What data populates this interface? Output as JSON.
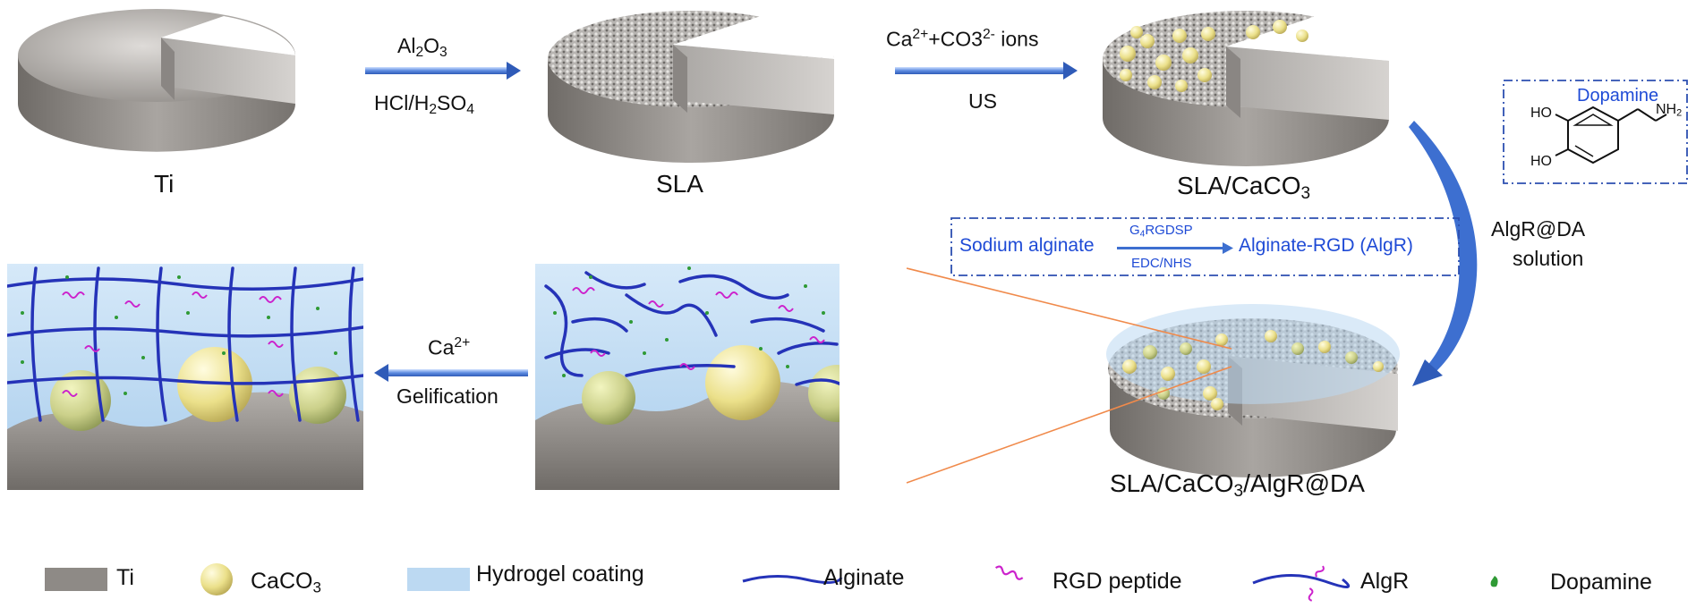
{
  "steps": {
    "ti": "Ti",
    "sla": "SLA",
    "sla_caco3": {
      "main": "SLA/CaCO",
      "sub": "3"
    },
    "final": {
      "a": "SLA/CaCO",
      "sub": "3",
      "b": "/AlgR@DA"
    }
  },
  "arrow1": {
    "top_main": "Al",
    "top_sub": "2",
    "top_main2": "O",
    "top_sub2": "3",
    "bottom_a": "HCl/H",
    "bottom_sub": "2",
    "bottom_b": "SO",
    "bottom_sub2": "4"
  },
  "arrow2": {
    "top_a": "Ca",
    "top_sup": "2+",
    "top_b": "+CO3",
    "top_sup2": "2-",
    "top_c": " ions",
    "bottom": "US"
  },
  "arrow3": {
    "line1": "AlgR@DA",
    "line2": "solution"
  },
  "arrow4": {
    "top": "Ca",
    "top_sup": "2+",
    "bottom": "Gelification"
  },
  "reaction": {
    "left": "Sodium alginate",
    "top_a": "G",
    "top_sub": "4",
    "top_b": "RGDSP",
    "bottom": "EDC/NHS",
    "right": "Alginate-RGD (AlgR)"
  },
  "dopamine": {
    "title": "Dopamine",
    "ho1": "HO",
    "ho2": "HO",
    "nh": "NH",
    "nh_sub": "2"
  },
  "legend": [
    {
      "key": "ti",
      "label": "Ti"
    },
    {
      "key": "caco3",
      "label": "CaCO",
      "sub": "3"
    },
    {
      "key": "hydrogel",
      "label": "Hydrogel coating"
    },
    {
      "key": "alginate",
      "label": "Alginate"
    },
    {
      "key": "rgd",
      "label": "RGD peptide"
    },
    {
      "key": "algr",
      "label": "AlgR"
    },
    {
      "key": "dopamine",
      "label": "Dopamine"
    }
  ],
  "colors": {
    "ti": "#8e8a86",
    "caco3": "#e8e08a",
    "hydrogel": "#bcd9f2",
    "alginate": "#2533b8",
    "rgd": "#cc22cc",
    "dopamine": "#2f9a35",
    "label_blue": "#1f4bd6",
    "arrow_blue": "#3d6fd0",
    "connector": "#f08a4b"
  }
}
